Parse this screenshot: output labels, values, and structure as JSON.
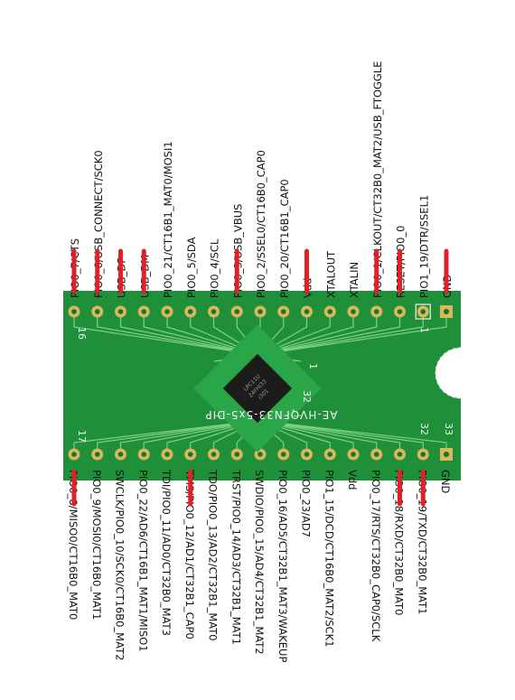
{
  "board": {
    "silkscreen": "AE-HVQFN33-5x5-DIP",
    "pin_marks": {
      "p1": "1",
      "p16": "16",
      "p17": "17",
      "p32": "32",
      "p33": "33"
    },
    "chip_pin_marks": {
      "one": "1",
      "thirtytwo": "32"
    },
    "chip_marking": [
      "LPC11U",
      "24FHI33",
      "/301"
    ]
  },
  "top_labels": [
    "GND",
    "PIO1_19/DTR/SSEL1",
    "RESET/PIO0_0",
    "PIO0_1/CLKOUT/CT32B0_MAT2/USB_FTOGGLE",
    "XTALIN",
    "XTALOUT",
    "Vdd",
    "PIO0_20/CT16B1_CAP0",
    "PIO0_2/SSEL0/CT16B0_CAP0",
    "PIO0_3/USB_VBUS",
    "PIO0_4/SCL",
    "PIO0_5/SDA",
    "PIO0_21/CT16B1_MAT0/MOSI1",
    "USB_DM",
    "USB_DP",
    "PIO0_6/USB_CONNECT/SCK0",
    "PIO0_7/CTS"
  ],
  "bottom_labels": [
    "GND",
    "PIO0_19/TXD/CT32B0_MAT1",
    "PIO0_18/RXD/CT32B0_MAT0",
    "PIO0_17/RTS/CT32B0_CAP0/SCLK",
    "Vdd",
    "PIO1_15/DCD/CT16B0_MAT2/SCK1",
    "PIO0_23/AD7",
    "PIO0_16/AD5/CT32B1_MAT3/WAKEUP",
    "SWDIO/PIO0_15/AD4/CT32B1_MAT2",
    "TRST/PIO0_14/AD3/CT32B1_MAT1",
    "TDO/PIO0_13/AD2/CT32B1_MAT0",
    "TMS/PIO0_12/AD1/CT32B1_CAP0",
    "TDI/PIO0_11/AD0/CT32B0_MAT3",
    "PIO0_22/AD6/CT16B1_MAT1/MISO1",
    "SWCLK/PIO0_10/SCK0/CT16B0_MAT2",
    "PIO0_9/MOSI0/CT16B0_MAT1",
    "PIO0_8/MISO0/CT16B0_MAT0"
  ],
  "marked_top": [
    0,
    2,
    3,
    6,
    9,
    13,
    14,
    15,
    16
  ],
  "marked_bottom": [
    1,
    2,
    11,
    16
  ],
  "colors": {
    "pcb": "#1f8f3a",
    "pcb_dark": "#17732e",
    "trace": "#7fd08a",
    "pad": "#d8b85a",
    "marker": "#e0202a",
    "text": "#111111",
    "silk": "#f2f2f2"
  }
}
